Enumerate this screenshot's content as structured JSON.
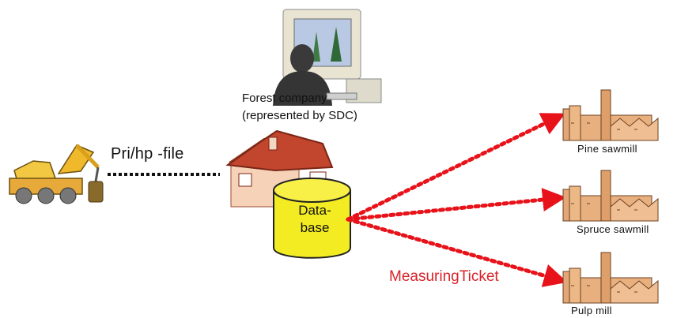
{
  "forest_company": {
    "line1": "Forest company",
    "line2": "(represented by SDC)"
  },
  "file_link_label": "Pri/hp -file",
  "database": {
    "line1": "Data-",
    "line2": "base"
  },
  "ticket_label": "MeasuringTicket",
  "mills": [
    {
      "label": "Pine sawmill"
    },
    {
      "label": "Spruce sawmill"
    },
    {
      "label": "Pulp mill"
    }
  ],
  "colors": {
    "ticket_arrow": "#e8121a",
    "database_fill": "#f4ec23",
    "roof": "#c2452d",
    "factory": "#e3a777"
  }
}
